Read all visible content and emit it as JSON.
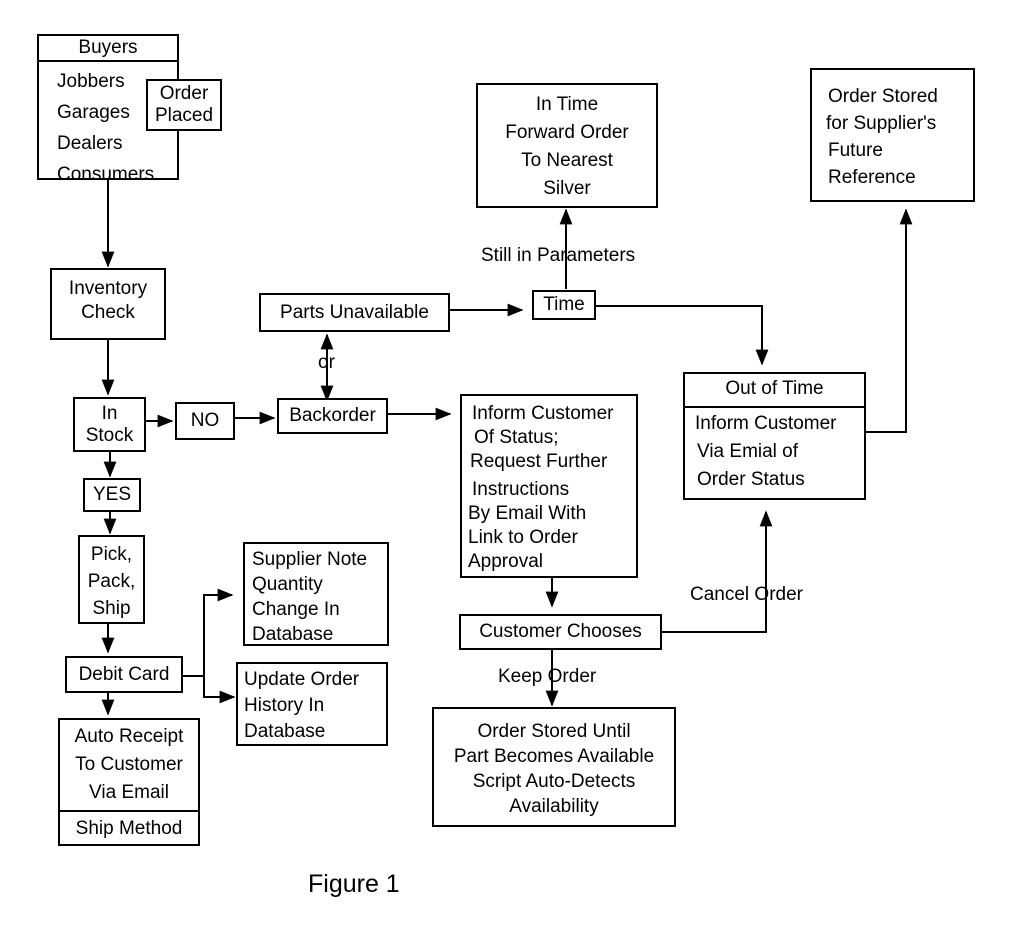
{
  "buyers": {
    "title": "Buyers",
    "items": [
      "Jobbers",
      "Garages",
      "Dealers",
      "Consumers"
    ],
    "order_placed": [
      "Order",
      "Placed"
    ]
  },
  "inventory_check": [
    "Inventory",
    "Check"
  ],
  "in_stock": [
    "In",
    "Stock"
  ],
  "no": "NO",
  "yes": "YES",
  "pick_pack_ship": [
    "Pick,",
    "Pack,",
    "Ship"
  ],
  "debit_card": "Debit Card",
  "supplier_note": [
    "Supplier Note",
    "Quantity",
    "Change In",
    "Database"
  ],
  "update_order": [
    "Update Order",
    "History In",
    "Database"
  ],
  "auto_receipt": {
    "lines": [
      "Auto Receipt",
      "To Customer",
      "Via Email"
    ],
    "ship_method": "Ship Method"
  },
  "parts_unavailable": "Parts Unavailable",
  "or_label": "or",
  "backorder": "Backorder",
  "time": "Time",
  "still_in_parameters": "Still in Parameters",
  "in_time": [
    "In Time",
    "Forward Order",
    "To Nearest",
    "Silver"
  ],
  "inform_customer": [
    "Inform Customer",
    "Of Status;",
    "Request Further",
    "Instructions",
    "By Email With",
    "Link to Order",
    "Approval"
  ],
  "out_of_time": {
    "title": "Out of Time",
    "lines": [
      "Inform Customer",
      "Via Emial of",
      "Order Status"
    ]
  },
  "order_stored_supplier": [
    "Order Stored",
    "for Supplier's",
    "Future",
    "Reference"
  ],
  "customer_chooses": "Customer Chooses",
  "cancel_order": "Cancel Order",
  "keep_order": "Keep Order",
  "order_stored_until": [
    "Order Stored Until",
    "Part Becomes Available",
    "Script Auto-Detects",
    "Availability"
  ],
  "figure_caption": "Figure 1"
}
